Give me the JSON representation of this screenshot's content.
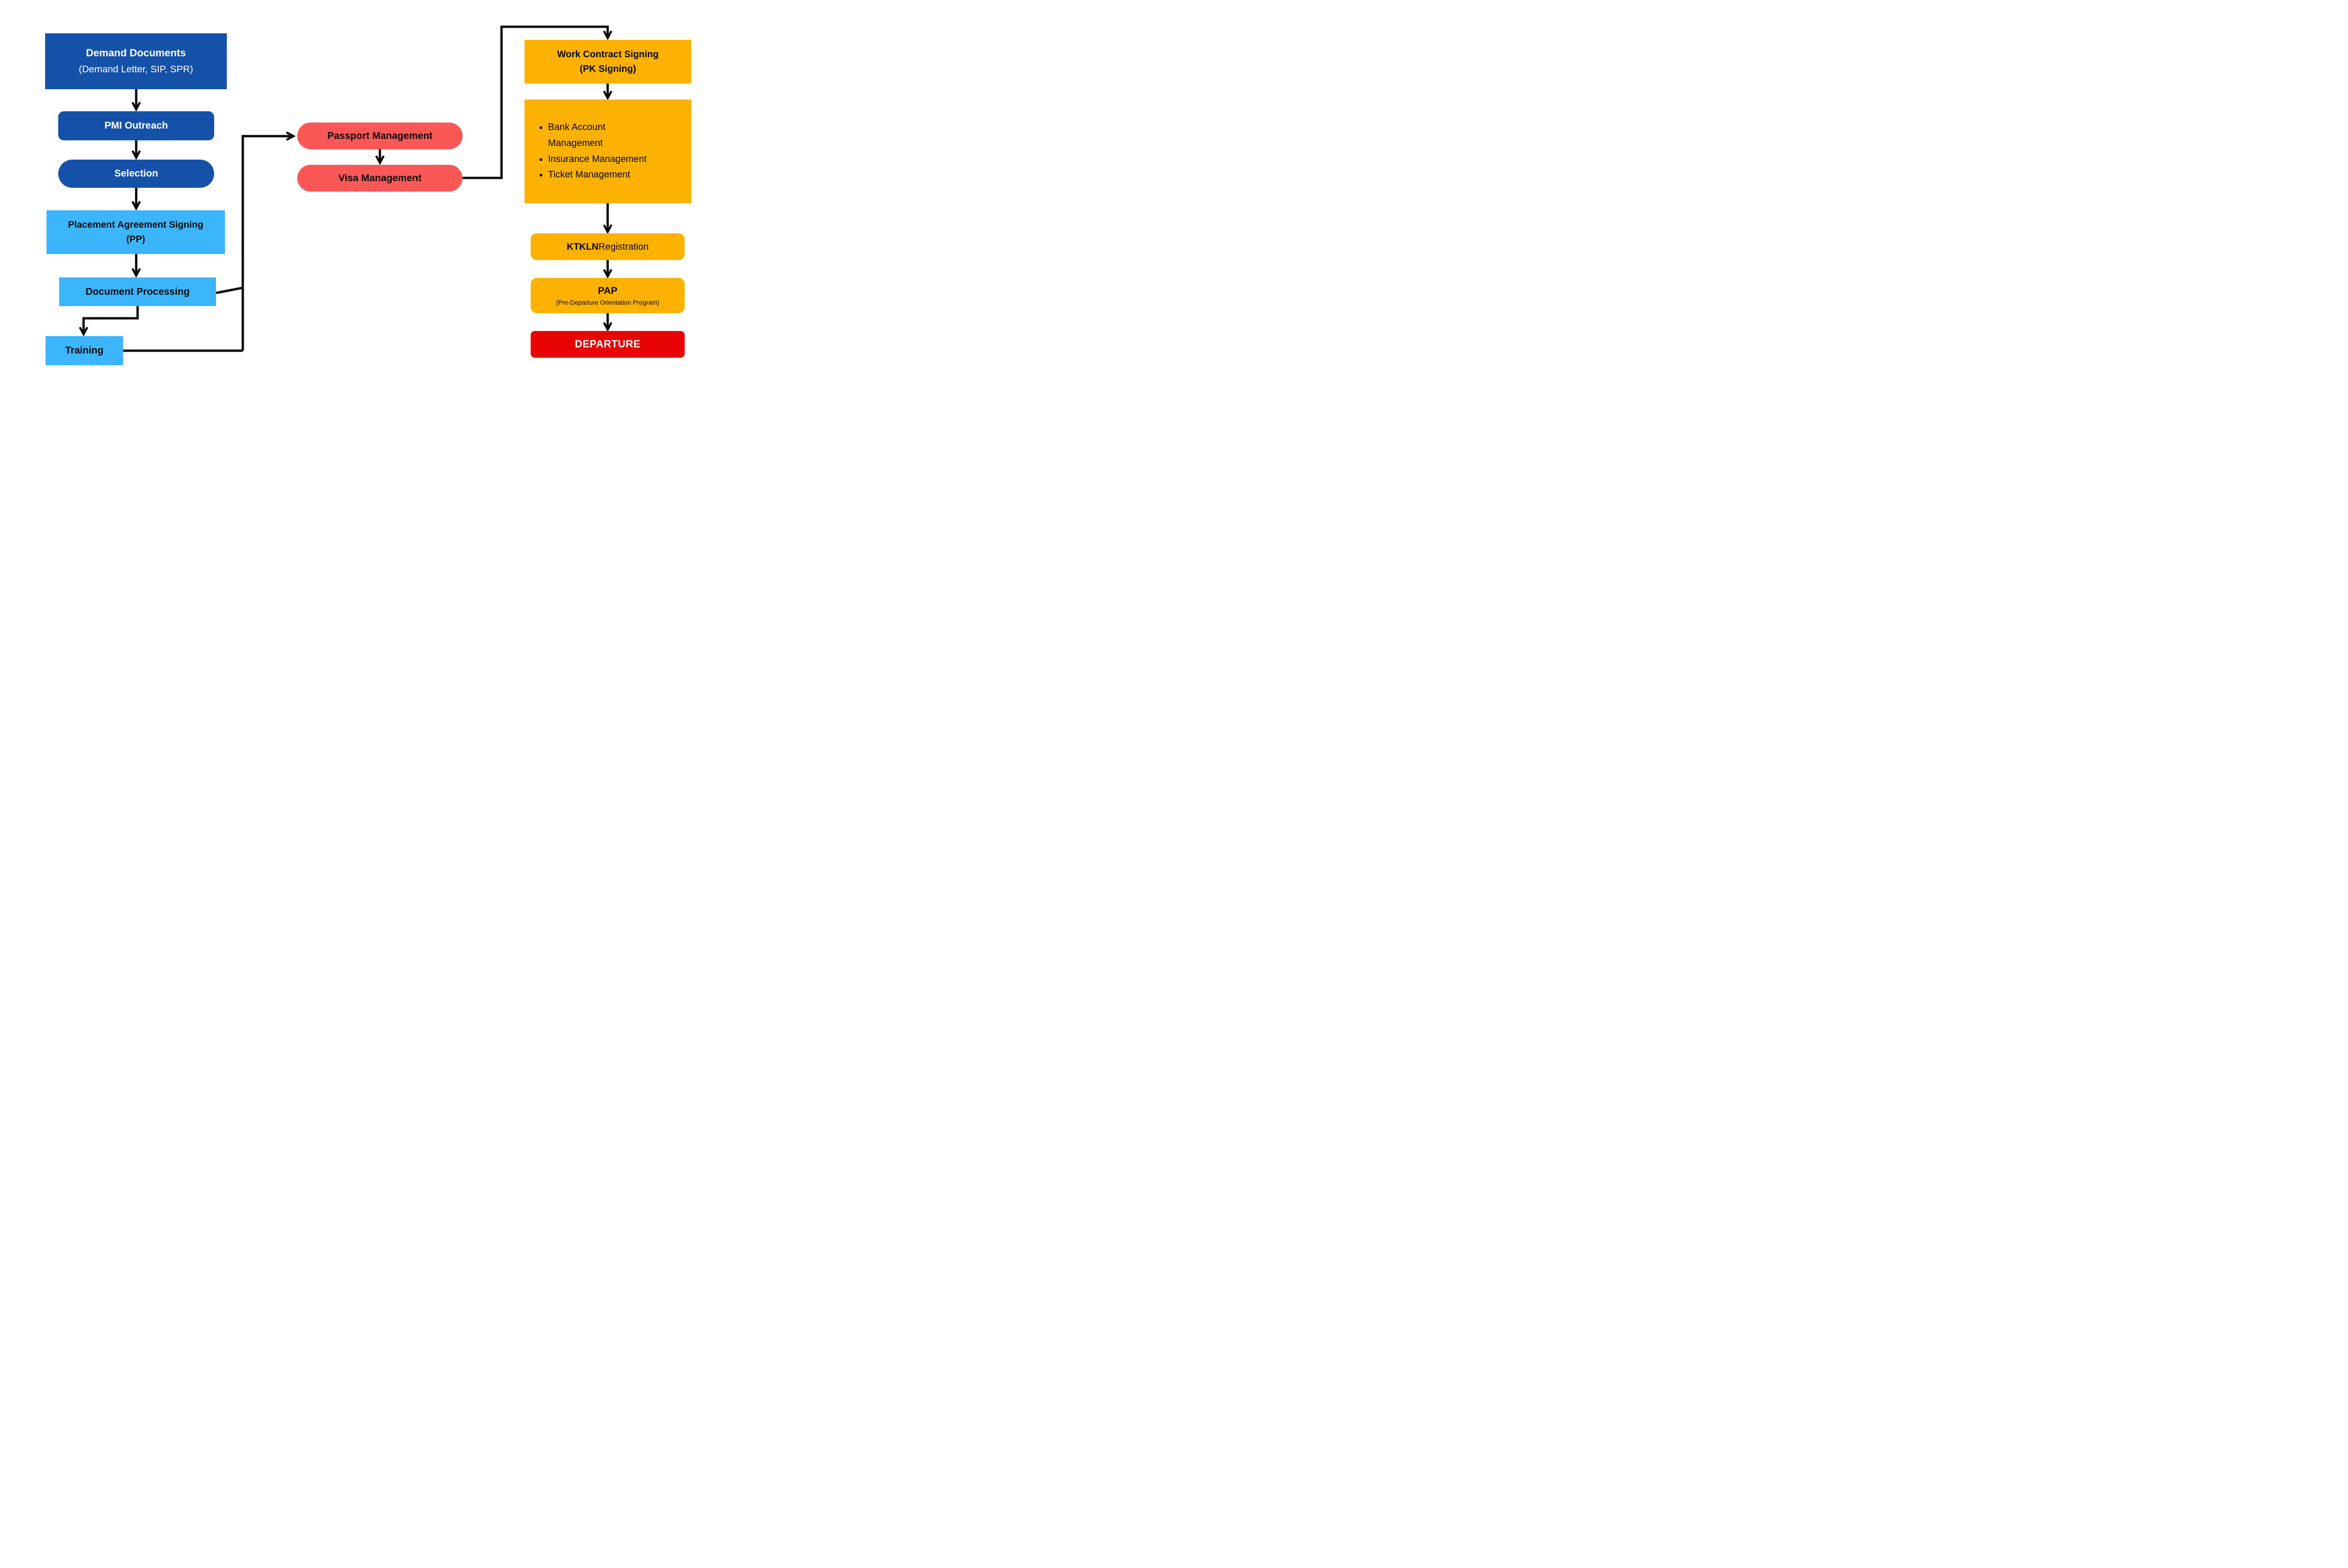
{
  "colors": {
    "dark_blue": "#1551A8",
    "light_blue": "#3BB5FC",
    "coral": "#FC5757",
    "orange": "#FDB101",
    "red": "#E80404",
    "line": "#0a0a0a",
    "text_light": "#ffffff",
    "text_dark": "#0a0a0a",
    "background": "#ffffff"
  },
  "nodes": {
    "demand_documents": {
      "title": "Demand Documents",
      "subtitle": "(Demand Letter, SIP, SPR)"
    },
    "pmi_outreach": {
      "label": "PMI Outreach"
    },
    "selection": {
      "label": "Selection"
    },
    "placement_agreement": {
      "line1": "Placement Agreement Signing",
      "line2": "(PP)"
    },
    "document_processing": {
      "label": "Document Processing"
    },
    "training": {
      "label": "Training"
    },
    "passport_management": {
      "label": "Passport Management"
    },
    "visa_management": {
      "label": "Visa Management"
    },
    "work_contract_signing": {
      "line1": "Work Contract Signing",
      "line2": "(PK Signing)"
    },
    "post_contract_management": {
      "bullets": [
        "Bank Account Management",
        "Insurance Management",
        "Ticket Management"
      ]
    },
    "ktkln_registration": {
      "bold_part": "KTKLN",
      "regular_part": " Registration"
    },
    "pap": {
      "title": "PAP",
      "subtitle": "(Pre-Departure Orientation Program)"
    },
    "departure": {
      "label": "DEPARTURE"
    }
  }
}
